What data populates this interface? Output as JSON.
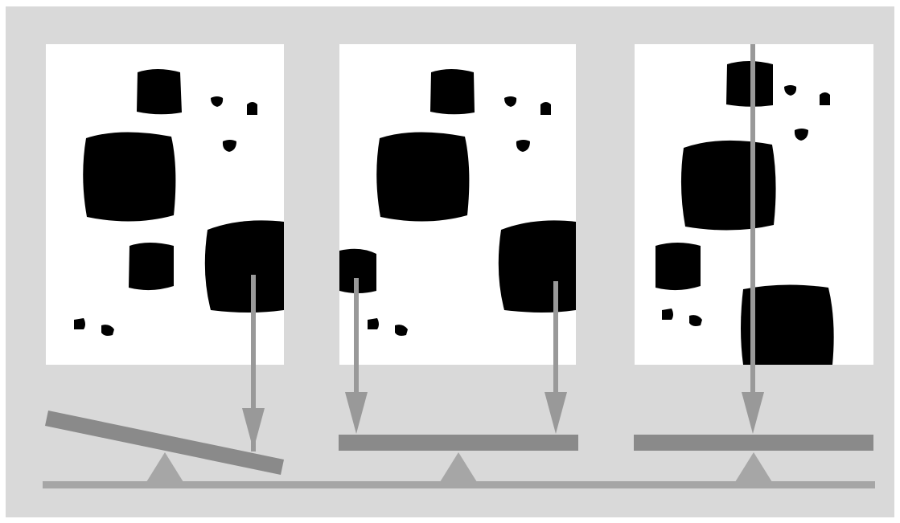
{
  "colors": {
    "background": "#d9d9d9",
    "panel": "#ffffff",
    "blob": "#000000",
    "beam": "#8a8a8a",
    "arrow": "#999999",
    "fulcrum": "#a6a6a6",
    "baseline": "#a6a6a6"
  },
  "panels": [
    {
      "id": "left",
      "balance": "tilted",
      "arrows": 1
    },
    {
      "id": "middle",
      "balance": "level",
      "arrows": 2
    },
    {
      "id": "right",
      "balance": "level",
      "arrows": 1
    }
  ]
}
